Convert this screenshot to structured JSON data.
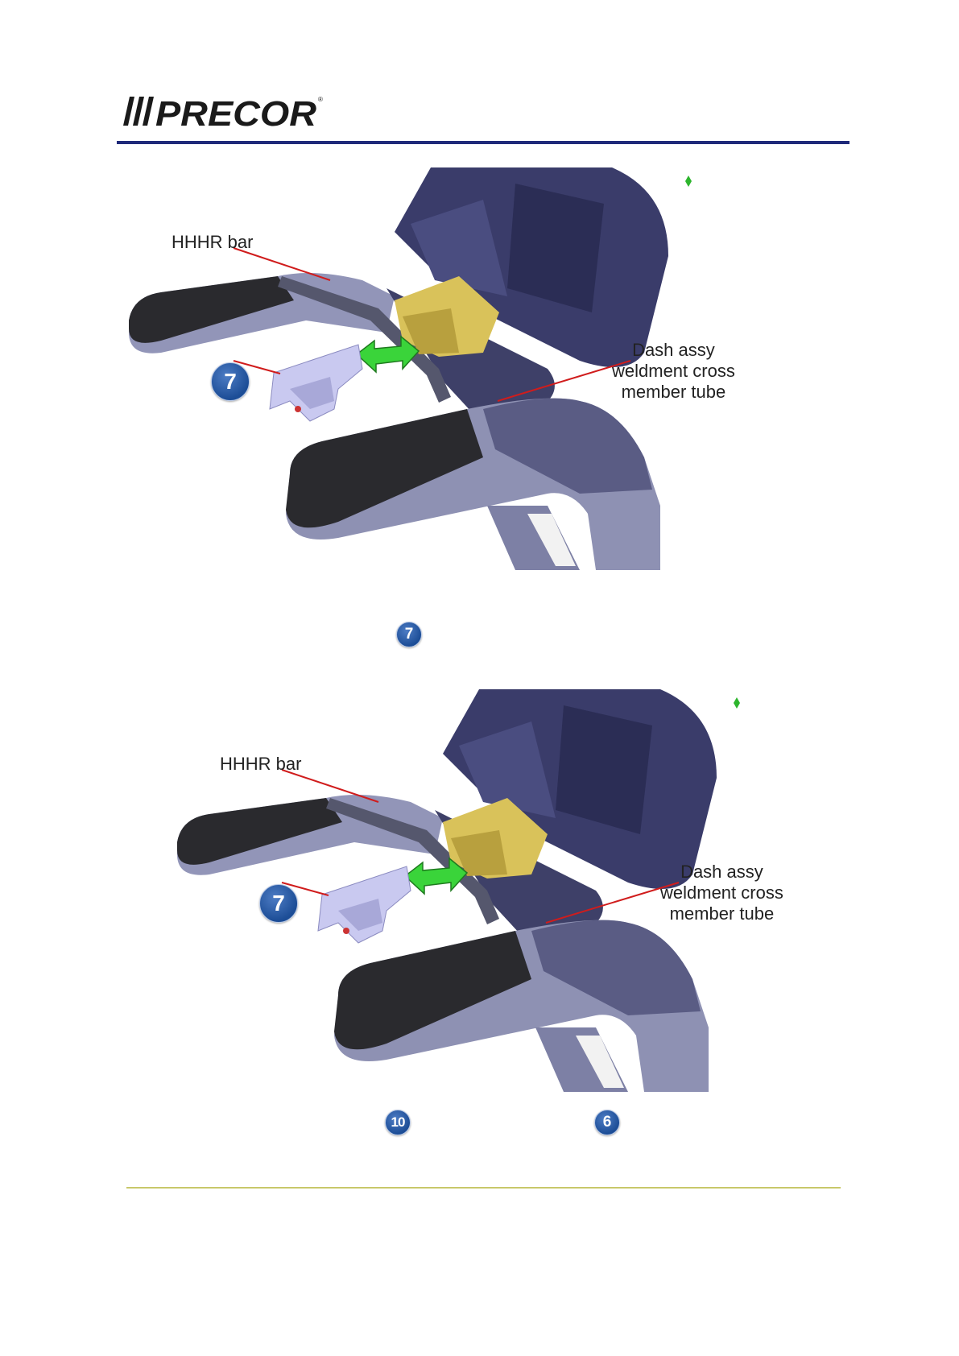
{
  "brand": {
    "logo_text": "PRECOR",
    "accent": "#1f2a7a"
  },
  "figures": [
    {
      "label_left": "HHHR bar",
      "label_right": [
        "Dash assy",
        "weldment cross",
        "member tube"
      ],
      "callout": "7"
    },
    {
      "label_left": "HHHR bar",
      "label_right": [
        "Dash assy",
        "weldment cross",
        "member tube"
      ],
      "callout": "7"
    }
  ],
  "inline_badges": [
    "7",
    "10",
    "6"
  ]
}
